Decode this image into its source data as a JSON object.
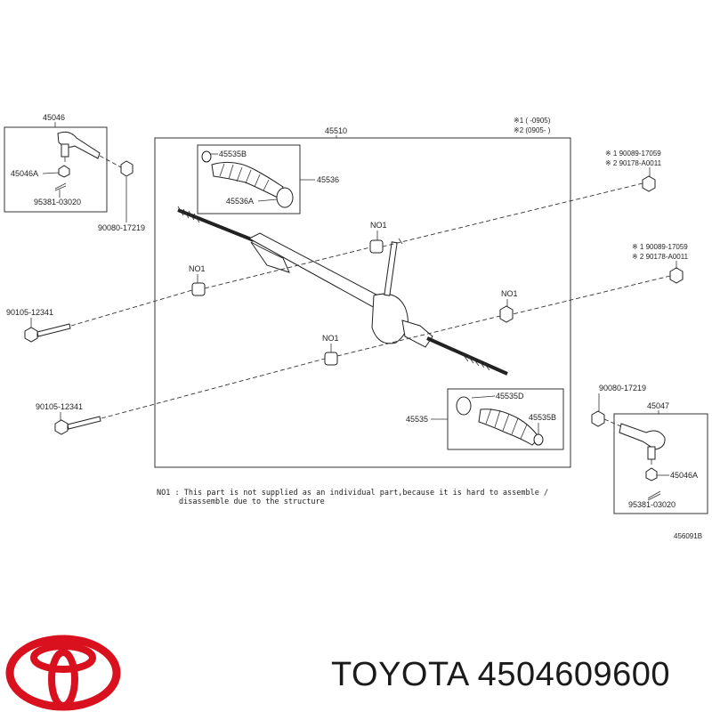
{
  "labels": {
    "box_left": "45046",
    "tie_end_nut_left": "45046A",
    "cotter_left": "95381-03020",
    "grommet_left": "90080-17219",
    "rack_main": "45510",
    "clamp_top": "45535B",
    "boot_top": "45536",
    "clamp_top2": "45536A",
    "n1": "NO1",
    "n2": "NO1",
    "n3": "NO1",
    "n4": "NO1",
    "bolt_top": "90105-12341",
    "bolt_bottom": "90105-12341",
    "note_1": "※1 (    -0905)",
    "note_2": "※2 (0905-    )",
    "ref_a1": "※ 1  90089-17059",
    "ref_a2": "※ 2  90178-A0011",
    "ref_b1": "※ 1  90089-17059",
    "ref_b2": "※ 2  90178-A0011",
    "box_bottom_main": "45535",
    "clamp_d": "45535D",
    "clamp_b2": "45535B",
    "grommet_right": "90080-17219",
    "box_right": "45047",
    "tie_end_nut_right": "45046A",
    "cotter_right": "95381-03020",
    "footnote_1": "NO1 : This part is not supplied as an individual part,because it is hard to assemble /",
    "footnote_2": "disassemble due to the structure",
    "figure_ref": "456091B"
  },
  "brand": {
    "text": "TOYOTA 4504609600",
    "logo_color": "#d9101e"
  },
  "icons": [
    "toyota-logo-icon"
  ]
}
